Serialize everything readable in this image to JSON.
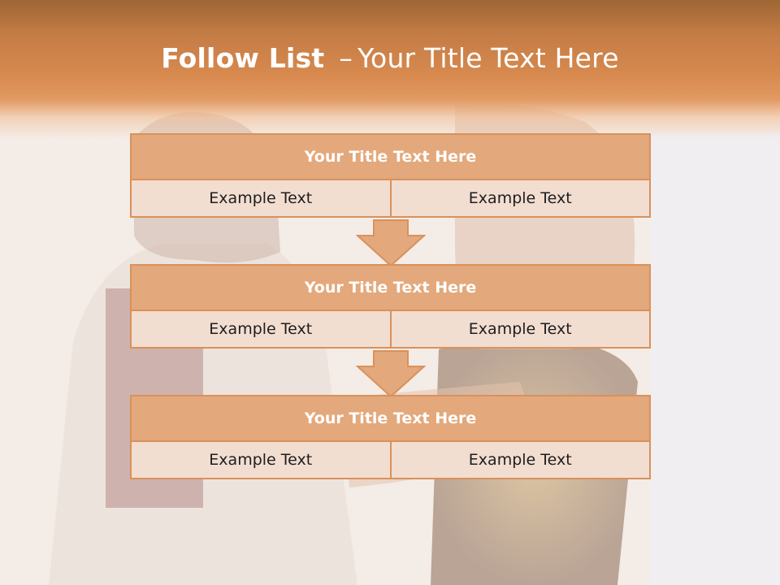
{
  "slide": {
    "title_bold": "Follow List",
    "title_dash": "–",
    "title_rest": "Your Title Text Here"
  },
  "blocks": [
    {
      "title": "Your Title Text Here",
      "left_text": "Example Text",
      "right_text": "Example Text"
    },
    {
      "title": "Your Title Text Here",
      "left_text": "Example Text",
      "right_text": "Example Text"
    },
    {
      "title": "Your Title Text Here",
      "left_text": "Example Text",
      "right_text": "Example Text"
    }
  ],
  "colors": {
    "header_top": "#9e6636",
    "header_main": "#d88a4f",
    "block_head": "#e3a87b",
    "block_border": "#d9915a",
    "block_cell": "#f2ddd1",
    "arrow": "#e3a87b"
  },
  "icons": {
    "flow_arrow": "down-arrow-icon"
  }
}
